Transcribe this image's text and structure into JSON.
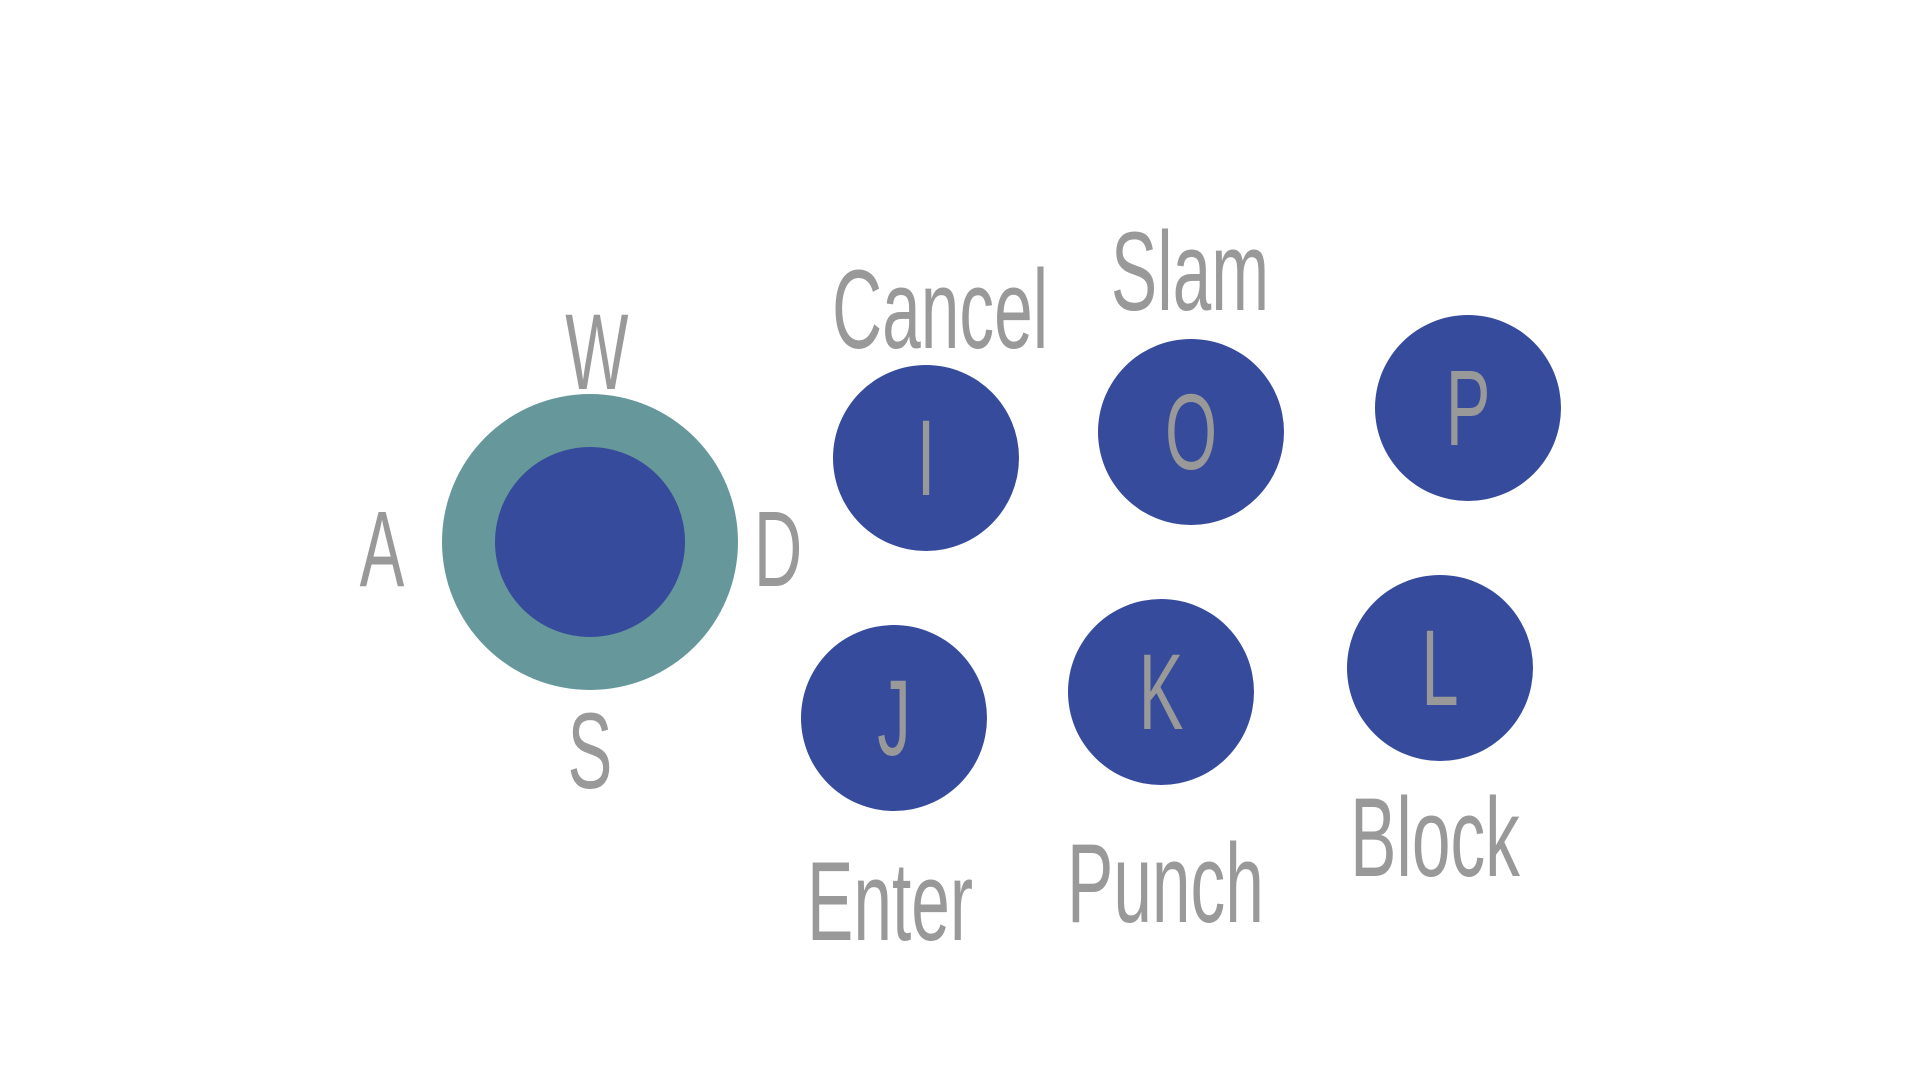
{
  "colors": {
    "background": "#ffffff",
    "button_fill": "#364b9b",
    "dpad_ring": "#66979a",
    "text": "#999999"
  },
  "dpad": {
    "up": "W",
    "left": "A",
    "right": "D",
    "down": "S"
  },
  "buttons": {
    "i": {
      "key": "I",
      "label": "Cancel"
    },
    "o": {
      "key": "O",
      "label": "Slam"
    },
    "p": {
      "key": "P"
    },
    "j": {
      "key": "J",
      "label": "Enter"
    },
    "k": {
      "key": "K",
      "label": "Punch"
    },
    "l": {
      "key": "L",
      "label": "Block"
    }
  }
}
